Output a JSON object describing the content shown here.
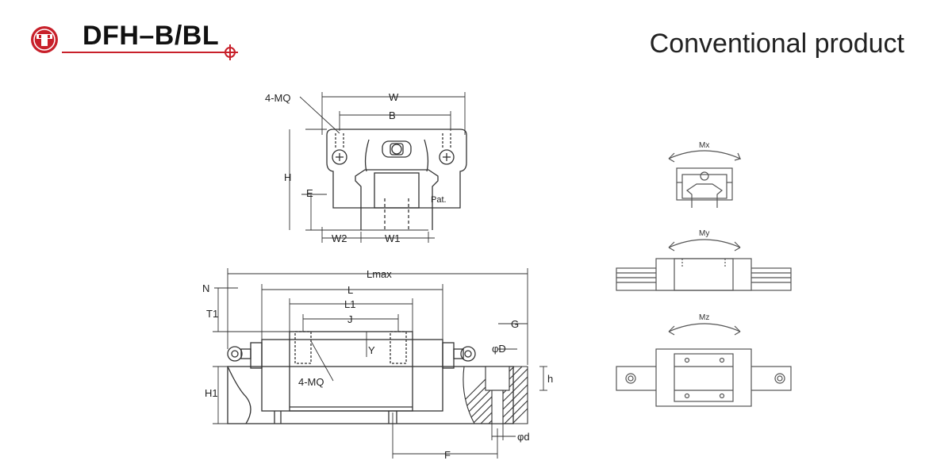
{
  "header": {
    "model": "DFH–B/BL",
    "subtitle": "Conventional product",
    "brand_color": "#c8202a"
  },
  "front_view": {
    "labels": {
      "mq": "4-MQ",
      "w": "W",
      "b": "B",
      "h": "H",
      "e": "E",
      "w2": "W2",
      "w1": "W1",
      "pat": "Pat."
    }
  },
  "side_view": {
    "labels": {
      "lmax": "Lmax",
      "l": "L",
      "l1": "L1",
      "j": "J",
      "n": "N",
      "t1": "T1",
      "h1": "H1",
      "y": "Y",
      "mq": "4-MQ",
      "g": "G",
      "od": "φD",
      "h": "h",
      "d": "φd",
      "f": "F"
    }
  },
  "moment_views": {
    "mx": "Mx",
    "my": "My",
    "mz": "Mz"
  }
}
